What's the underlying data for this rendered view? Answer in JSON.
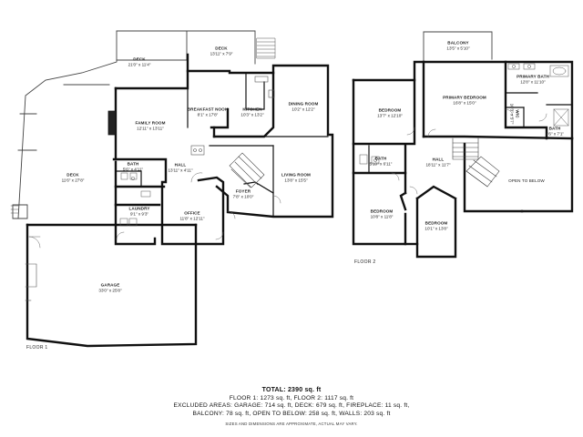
{
  "floor1": {
    "label": "FLOOR 1",
    "rooms": {
      "deck_top_left": {
        "name": "DECK",
        "dims": "21'0\" x 11'4\""
      },
      "deck_top": {
        "name": "DECK",
        "dims": "13'11\" x 7'9\""
      },
      "breakfast_nook": {
        "name": "BREAKFAST NOOK",
        "dims": "8'1\" x 17'8\""
      },
      "kitchen": {
        "name": "KITCHEN",
        "dims": "10'3\" x 13'2\""
      },
      "dining_room": {
        "name": "DINING ROOM",
        "dims": "10'2\" x 12'2\""
      },
      "family_room": {
        "name": "FAMILY ROOM",
        "dims": "12'11\" x 13'11\""
      },
      "deck_left": {
        "name": "DECK",
        "dims": "11'6\" x 27'8\""
      },
      "bath": {
        "name": "BATH",
        "dims": "5'6\" x 4'11\""
      },
      "hall": {
        "name": "HALL",
        "dims": "13'11\" x 4'11\""
      },
      "foyer": {
        "name": "FOYER",
        "dims": "7'8\" x 10'0\""
      },
      "living_room": {
        "name": "LIVING ROOM",
        "dims": "13'8\" x 15'5\""
      },
      "office": {
        "name": "OFFICE",
        "dims": "11'8\" x 12'11\""
      },
      "laundry": {
        "name": "LAUNDRY",
        "dims": "9'1\" x 9'3\""
      },
      "garage": {
        "name": "GARAGE",
        "dims": "33'0\" x 25'8\""
      }
    }
  },
  "floor2": {
    "label": "FLOOR 2",
    "rooms": {
      "balcony": {
        "name": "BALCONY",
        "dims": "13'5\" x 5'10\""
      },
      "bedroom_a": {
        "name": "BEDROOM",
        "dims": "13'7\" x 12'10\""
      },
      "primary_bedroom": {
        "name": "PRIMARY BEDROOM",
        "dims": "16'8\" x 15'0\""
      },
      "primary_bath": {
        "name": "PRIMARY BATH",
        "dims": "12'8\" x 11'10\""
      },
      "wic": {
        "name": "W/C",
        "dims": "10'3\" x 5'7\""
      },
      "bath_primary_small": {
        "name": "BATH",
        "dims": "4'6\" x 7'1\""
      },
      "bath": {
        "name": "BATH",
        "dims": "5'10\" x 6'11\""
      },
      "hall": {
        "name": "HALL",
        "dims": "18'11\" x 11'7\""
      },
      "open_to_below": {
        "name": "OPEN TO BELOW",
        "dims": ""
      },
      "bedroom_b": {
        "name": "BEDROOM",
        "dims": "10'8\" x 11'8\""
      },
      "bedroom_c": {
        "name": "BEDROOM",
        "dims": "10'1\" x 13'8\""
      }
    }
  },
  "summary": {
    "total": "TOTAL: 2390 sq. ft",
    "line1": "FLOOR 1: 1273 sq. ft, FLOOR 2: 1117 sq. ft",
    "line2": "EXCLUDED AREAS: GARAGE: 714 sq. ft, DECK: 679 sq. ft, FIREPLACE: 11 sq. ft,",
    "line3": "BALCONY: 78 sq. ft, OPEN TO BELOW: 258 sq. ft, WALLS: 203 sq. ft",
    "disclaimer": "SIZES AND DIMENSIONS ARE APPROXIMATE, ACTUAL MAY VARY."
  }
}
